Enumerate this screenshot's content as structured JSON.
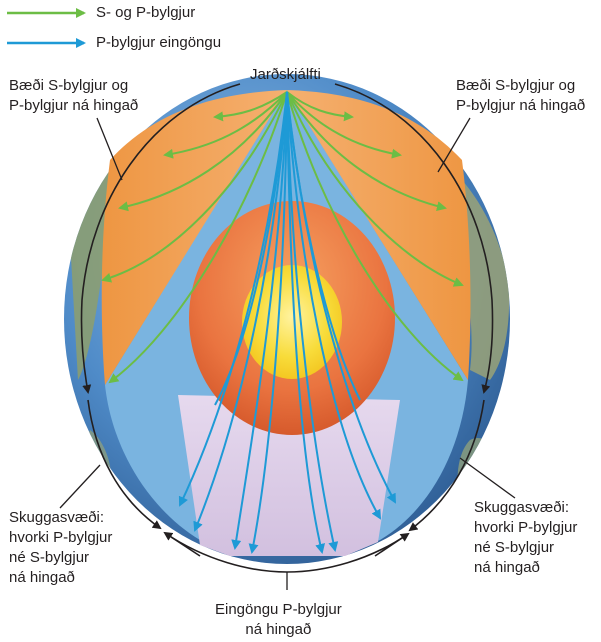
{
  "legend": {
    "items": [
      {
        "label": "S- og P-bylgjur",
        "color": "#6cbd45",
        "icon": "green-arrow-icon"
      },
      {
        "label": "P-bylgjur eingöngu",
        "color": "#1e9ad6",
        "icon": "blue-arrow-icon"
      }
    ]
  },
  "labels": {
    "epicenter": "Jarðskjálfti",
    "left_top": [
      "Bæði S-bylgjur og",
      "P-bylgjur ná hingað"
    ],
    "right_top": [
      "Bæði S-bylgjur og",
      "P-bylgjur ná hingað"
    ],
    "left_shadow": [
      "Skuggasvæði:",
      "hvorki P-bylgjur",
      "né S-bylgjur",
      "ná hingað"
    ],
    "right_shadow": [
      "Skuggasvæði:",
      "hvorki P-bylgjur",
      "né S-bylgjur",
      "ná hingað"
    ],
    "bottom": [
      "Eingöngu P-bylgjur",
      "ná hingað"
    ]
  },
  "colors": {
    "mantle": "#f2a150",
    "shadow_zone": "#7ab4e0",
    "outer_core": "#e9713d",
    "inner_core": "#f7d433",
    "p_zone": "#d9cbe3",
    "ocean": "#4a86c8",
    "land": "#8a9a6a",
    "s_wave": "#6cbd45",
    "p_wave": "#1e9ad6"
  }
}
